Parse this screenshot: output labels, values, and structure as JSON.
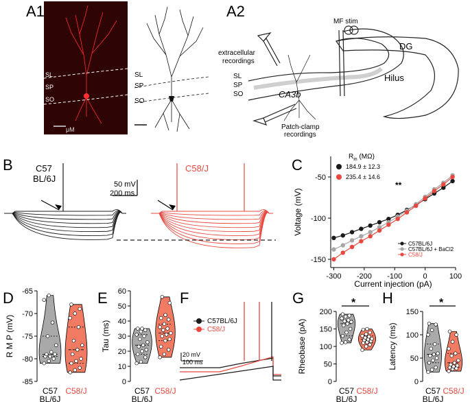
{
  "panels": {
    "a1": {
      "label": "A1",
      "layers": [
        "SL",
        "SP",
        "SO"
      ],
      "scale_label": "μM"
    },
    "a2": {
      "label": "A2",
      "mf_stim": "MF stim",
      "dg": "DG",
      "hilus": "Hilus",
      "ca3b": "CA3b",
      "extracellular": "extracellular",
      "extracellular2": "recordings",
      "patch": "Patch-clamp",
      "patch2": "recordings",
      "layers": [
        "SL",
        "SP",
        "SO"
      ]
    },
    "b": {
      "label": "B",
      "c57_line1": "C57",
      "c57_line2": "BL/6J",
      "c58": "C58/J",
      "scale_mv": "50 mV",
      "scale_ms": "200 ms"
    },
    "c": {
      "label": "C",
      "rin_header": "R",
      "rin_sub": "in",
      "rin_unit": " (MΩ)",
      "rin_c57": "184.9 ± 12.3",
      "rin_c58": "235.4 ± 14.6",
      "sig": "**",
      "legend": [
        "C57BL/6J",
        "C57BL/6J + BaCl2",
        "C58/J"
      ]
    },
    "d": {
      "label": "D",
      "ylabel": "R M P  (mV)"
    },
    "e": {
      "label": "E",
      "ylabel": "Tau  (ms)"
    },
    "f": {
      "label": "F",
      "legend": [
        "C57BL/6J",
        "C58/J"
      ],
      "scale_mv": "20 mV",
      "scale_ms": "100 ms"
    },
    "g": {
      "label": "G",
      "ylabel": "Rheobase (pA)",
      "sig": "*"
    },
    "h": {
      "label": "H",
      "ylabel": "Latency (ms)",
      "sig": "*"
    },
    "group_labels": {
      "c57_1": "C57",
      "c57_2": "BL/6J",
      "c58": "C58/J"
    }
  },
  "colors": {
    "c57": "#1a1a1a",
    "c57_bacl2": "#a6a6a6",
    "c58": "#e8483f",
    "violin_c57": "#a9a9a9",
    "violin_c58": "#f07a62"
  },
  "chart_data": [
    {
      "type": "line",
      "panel": "C",
      "xlabel": "Current injection (pA)",
      "ylabel": "Voltage (mV)",
      "xlim": [
        -310,
        100
      ],
      "ylim": [
        -160,
        -25
      ],
      "xticks": [
        -300,
        -200,
        -100,
        0,
        100
      ],
      "yticks": [
        -150,
        -100,
        -50
      ],
      "series": [
        {
          "name": "C57BL/6J",
          "color": "#1a1a1a",
          "x": [
            -300,
            -270,
            -240,
            -210,
            -180,
            -150,
            -120,
            -90,
            -60,
            -30,
            0,
            30,
            60,
            90
          ],
          "y": [
            -124,
            -121,
            -117,
            -113,
            -109,
            -105,
            -101,
            -96,
            -90,
            -84,
            -77,
            -70,
            -63,
            -55
          ]
        },
        {
          "name": "C57BL/6J + BaCl2",
          "color": "#a6a6a6",
          "x": [
            -300,
            -270,
            -240,
            -210,
            -180,
            -150,
            -120,
            -90,
            -60,
            -30,
            0,
            30,
            60,
            90
          ],
          "y": [
            -138,
            -133,
            -127,
            -122,
            -117,
            -111,
            -105,
            -98,
            -91,
            -83,
            -74,
            -65,
            -57,
            -48
          ]
        },
        {
          "name": "C58/J",
          "color": "#e8483f",
          "x": [
            -300,
            -270,
            -240,
            -210,
            -180,
            -150,
            -120,
            -90,
            -60,
            -30,
            0,
            30,
            60,
            90
          ],
          "y": [
            -150,
            -142,
            -135,
            -128,
            -122,
            -115,
            -108,
            -101,
            -93,
            -85,
            -76,
            -67,
            -59,
            -50
          ]
        }
      ]
    },
    {
      "type": "scatter",
      "panel": "D",
      "ylabel": "R M P (mV)",
      "ylim": [
        -85,
        -65
      ],
      "yticks": [
        -85,
        -80,
        -75,
        -70,
        -65
      ],
      "categories": [
        "C57 BL/6J",
        "C58/J"
      ],
      "series": [
        {
          "name": "C57BL/6J",
          "values": [
            -66,
            -67,
            -72,
            -75,
            -77,
            -78.5,
            -79,
            -79,
            -79.5,
            -79.5,
            -80,
            -80.5,
            -81
          ]
        },
        {
          "name": "C58/J",
          "values": [
            -68,
            -69,
            -70,
            -71,
            -73,
            -76,
            -77,
            -78,
            -79,
            -80,
            -80.5,
            -81,
            -82,
            -82.5,
            -83
          ]
        }
      ]
    },
    {
      "type": "scatter",
      "panel": "E",
      "ylabel": "Tau (ms)",
      "ylim": [
        0,
        60
      ],
      "yticks": [
        0,
        10,
        20,
        30,
        40,
        50,
        60
      ],
      "categories": [
        "C57 BL/6J",
        "C58/J"
      ],
      "series": [
        {
          "name": "C57BL/6J",
          "values": [
            12,
            13,
            16,
            18,
            20,
            21,
            23,
            24,
            26,
            28,
            30,
            31,
            33,
            34,
            35,
            35
          ]
        },
        {
          "name": "C58/J",
          "values": [
            16,
            18,
            21,
            23,
            27,
            28,
            30,
            31,
            32,
            34,
            35,
            36,
            38,
            41,
            42,
            44,
            52,
            56
          ]
        }
      ]
    },
    {
      "type": "scatter",
      "panel": "G",
      "ylabel": "Rheobase (pA)",
      "ylim": [
        0,
        200
      ],
      "yticks": [
        0,
        50,
        100,
        150,
        200
      ],
      "categories": [
        "C57 BL/6J",
        "C58/J"
      ],
      "series": [
        {
          "name": "C57BL/6J",
          "values": [
            110,
            112,
            120,
            130,
            140,
            150,
            160,
            165,
            170,
            172,
            175,
            180,
            185,
            188,
            192
          ]
        },
        {
          "name": "C58/J",
          "values": [
            90,
            100,
            105,
            110,
            112,
            115,
            118,
            120,
            122,
            125,
            128,
            130,
            135,
            140,
            148,
            150
          ]
        }
      ]
    },
    {
      "type": "scatter",
      "panel": "H",
      "ylabel": "Latency (ms)",
      "ylim": [
        0,
        150
      ],
      "yticks": [
        0,
        50,
        100,
        150
      ],
      "categories": [
        "C57 BL/6J",
        "C58/J"
      ],
      "series": [
        {
          "name": "C57BL/6J",
          "values": [
            20,
            25,
            30,
            40,
            45,
            50,
            55,
            58,
            60,
            70,
            80,
            100,
            110,
            122,
            124
          ]
        },
        {
          "name": "C58/J",
          "values": [
            22,
            26,
            28,
            30,
            32,
            34,
            36,
            40,
            45,
            55,
            60,
            70,
            85,
            100,
            107
          ]
        }
      ]
    }
  ]
}
